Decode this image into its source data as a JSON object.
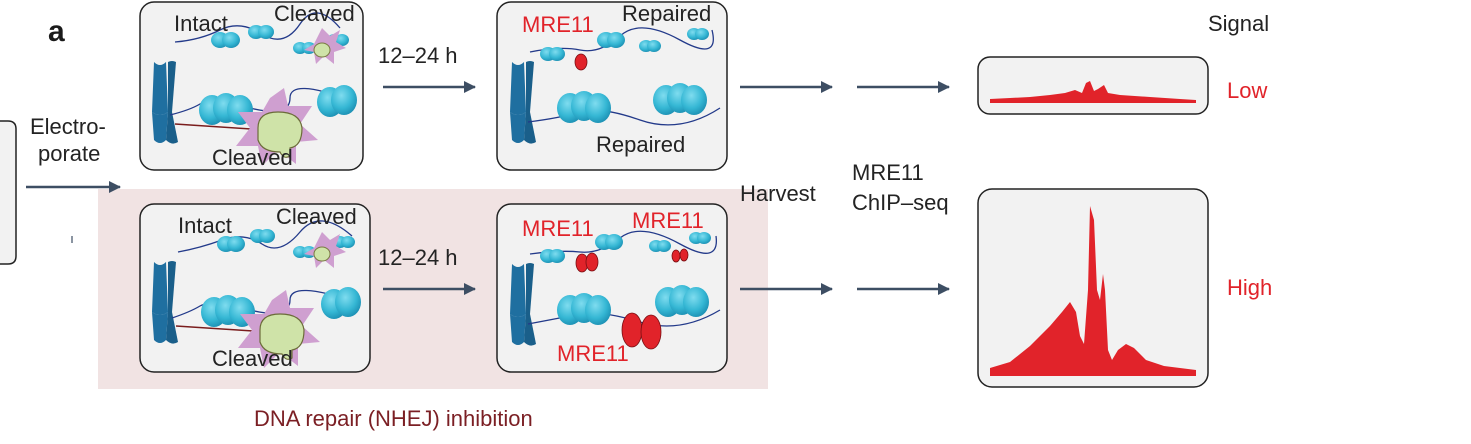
{
  "panel_letter": "a",
  "left_labels": {
    "electroporate_line1": "Electro-",
    "electroporate_line2": "porate"
  },
  "middle_labels": {
    "harvest": "Harvest",
    "mre11_line1": "MRE11",
    "chipseq_line2": "ChIP–seq"
  },
  "signal_header": "Signal",
  "top_row": {
    "before": {
      "intact": "Intact",
      "cleaved_top": "Cleaved",
      "cleaved_bottom": "Cleaved"
    },
    "time": "12–24 h",
    "after": {
      "mre11": "MRE11",
      "repaired_top": "Repaired",
      "repaired_bottom": "Repaired"
    },
    "signal": "Low"
  },
  "bottom_row": {
    "before": {
      "intact": "Intact",
      "cleaved_top": "Cleaved",
      "cleaved_bottom": "Cleaved"
    },
    "time": "12–24 h",
    "after": {
      "mre11_left": "MRE11",
      "mre11_right": "MRE11",
      "mre11_bottom": "MRE11"
    },
    "signal": "High"
  },
  "inhibition_label": "DNA repair (NHEJ) inhibition",
  "colors": {
    "arrow": "#3d4e63",
    "chromosome": "#1f6fa0",
    "nucleosome": "#35b7d4",
    "nucleosome_dark": "#157fa3",
    "cas9": "#cfe3a8",
    "cut_burst": "#cf9fd0",
    "mre11": "#e1232a",
    "signal_fill": "#e1232a",
    "highlight_band": "#f1e3e3",
    "label_red": "#e1232a",
    "label_maroon": "#7b1f24"
  }
}
